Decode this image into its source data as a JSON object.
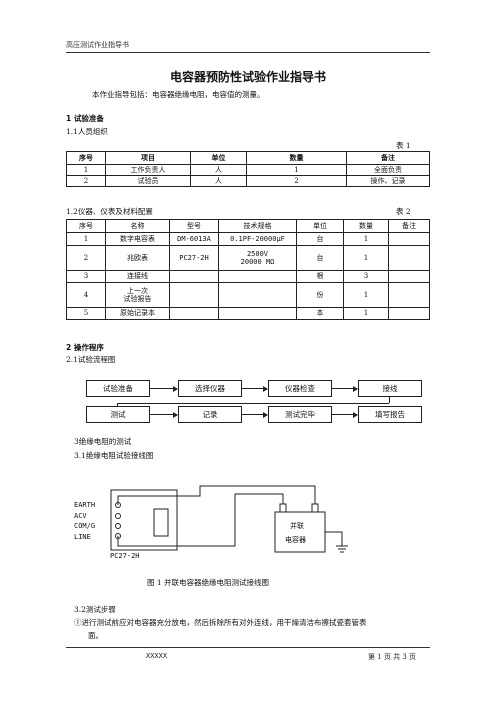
{
  "header": {
    "text": "高压测试作业指导书"
  },
  "title": "电容器预防性试验作业指导书",
  "intro": "本作业指导包括：电容器绝缘电阻，电容值的测量。",
  "section1": {
    "heading": "1   试验准备",
    "sub": "1.1人员组织",
    "table_label": "表 1"
  },
  "table1": {
    "headers": [
      "序号",
      "项目",
      "单位",
      "数量",
      "备注"
    ],
    "rows": [
      [
        "1",
        "工作负责人",
        "人",
        "1",
        "全面负责"
      ],
      [
        "2",
        "试验员",
        "人",
        "2",
        "操作、记录"
      ]
    ]
  },
  "section12": {
    "sub": "1.2仪器、仪表及材料配置",
    "table_label": "表 2"
  },
  "table2": {
    "headers": [
      "序号",
      "名称",
      "型号",
      "技术规格",
      "单位",
      "数量",
      "备注"
    ],
    "rows": [
      [
        "1",
        "数字电容表",
        "DM-6013A",
        "0.1PF-20000μF",
        "台",
        "1",
        ""
      ],
      [
        "2",
        "兆欧表",
        "PC27-2H",
        "2500V\n20000 MΩ",
        "台",
        "1",
        ""
      ],
      [
        "3",
        "连接线",
        "",
        "",
        "根",
        "3",
        ""
      ],
      [
        "4",
        "上一次\n试验报告",
        "",
        "",
        "份",
        "1",
        ""
      ],
      [
        "5",
        "原始记录本",
        "",
        "",
        "本",
        "1",
        ""
      ]
    ]
  },
  "section2": {
    "heading": "2   操作程序",
    "sub": "2.1试验流程图"
  },
  "flow": {
    "row1": [
      "试验准备",
      "选择仪器",
      "仪器检查",
      "接线"
    ],
    "row2": [
      "测试",
      "记录",
      "测试完毕",
      "填写报告"
    ]
  },
  "section3": {
    "heading": "3绝缘电阻的测试",
    "sub": "3.1绝缘电阻试验接线图"
  },
  "diagram": {
    "terminals": [
      "EARTH",
      "ACV",
      "COM/G",
      "LINE"
    ],
    "model": "PC27-2H",
    "capacitor_label_1": "并联",
    "capacitor_label_2": "电容器",
    "caption": "图 1    并联电容器绝缘电阻测试接线图"
  },
  "section32": {
    "sub": "3.2测试步骤",
    "step1_line1": "①进行测试前应对电容器充分放电，然后拆除所有对外连线，用干燥清洁布擦拭瓷套管表",
    "step1_line2": "面。"
  },
  "footer": {
    "left": "XXXXX",
    "right": "第 1 页 共 3 页"
  }
}
